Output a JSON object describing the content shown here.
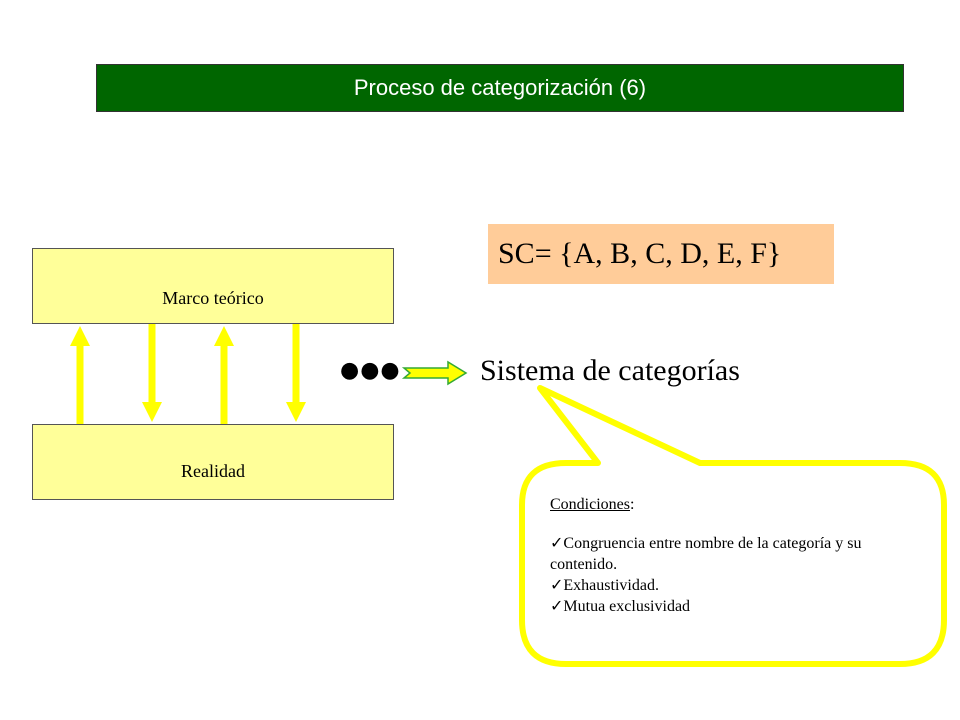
{
  "title": "Proceso de categorización (6)",
  "boxes": {
    "marco": "Marco teórico",
    "realidad": "Realidad"
  },
  "sc_formula": "SC= {A, B, C, D, E, F}",
  "dots": "●●●",
  "sistema": "Sistema de categorías",
  "callout": {
    "heading": "Condiciones",
    "heading_suffix": ":",
    "check_mark": "✓",
    "items": [
      "Congruencia entre nombre de la categoría y su contenido.",
      "Exhaustividad.",
      "Mutua exclusividad"
    ]
  },
  "colors": {
    "title_bg": "#006600",
    "box_fill": "#ffff99",
    "arrow": "#ffff00",
    "sc_bg": "#ffcc99"
  }
}
